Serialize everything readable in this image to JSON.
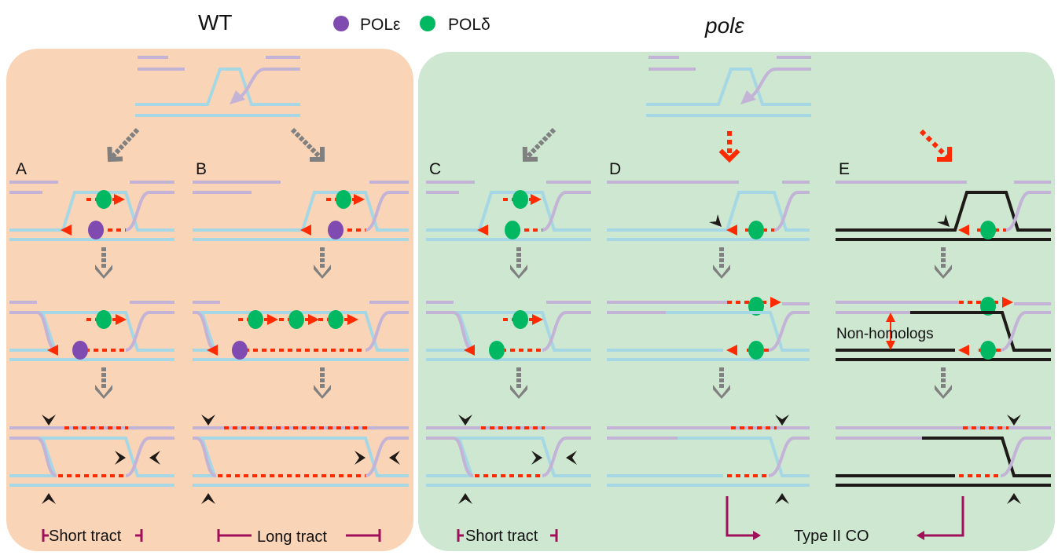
{
  "header": {
    "wt_title": "WT",
    "pol_epsilon_label": "POLε",
    "pol_delta_label": "POLδ",
    "mutant_title": "polε"
  },
  "panels": {
    "wt": {
      "labels": [
        "A",
        "B"
      ],
      "tract_labels": [
        "Short tract",
        "Long tract"
      ]
    },
    "mutant": {
      "labels": [
        "C",
        "D",
        "E"
      ],
      "tract_label": "Short tract",
      "non_homologs_label": "Non-homologs",
      "outcome_label": "Type II CO"
    }
  },
  "colors": {
    "wt_background": "#fad4b6",
    "mutant_background": "#cde7d0",
    "dna_strand_blue": "#a6d7e4",
    "dna_strand_lilac": "#c3b3d6",
    "non_homolog_strand": "#1e1a18",
    "new_synthesis": "#ff2a00",
    "pol_epsilon": "#7f4bb0",
    "pol_delta": "#00b862",
    "process_arrow": "#808080",
    "tract_bracket": "#a0105a"
  }
}
